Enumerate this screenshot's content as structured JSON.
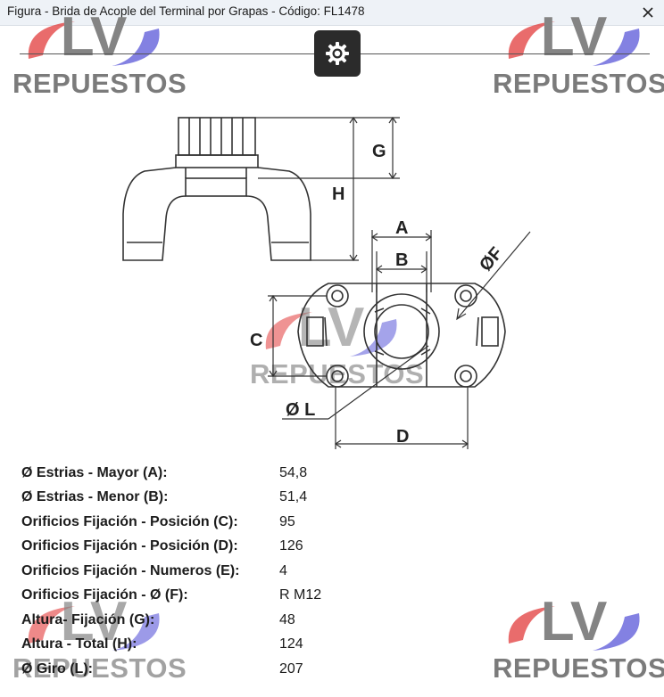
{
  "window": {
    "title": "Figura  -  Brida de Acople del Terminal por Grapas  -  Código: FL1478",
    "close_icon": "close-icon"
  },
  "toolbar": {
    "settings_icon": "gear-icon"
  },
  "watermark": {
    "lv": "LV",
    "word": "REPUESTOS",
    "colors": {
      "red": "#e23b3b",
      "blue": "#5a57d8",
      "gray": "#7b7b7b"
    }
  },
  "diagram": {
    "labels": {
      "g": "G",
      "h": "H",
      "a": "A",
      "b": "B",
      "f": "ØF",
      "c": "C",
      "l": "Ø L",
      "d": "D"
    }
  },
  "specs": [
    {
      "label": "Ø Estrias - Mayor (A):",
      "value": "54,8"
    },
    {
      "label": "Ø Estrias - Menor (B):",
      "value": "51,4"
    },
    {
      "label": "Orificios Fijación - Posición (C):",
      "value": "95"
    },
    {
      "label": "Orificios Fijación - Posición (D):",
      "value": "126"
    },
    {
      "label": "Orificios Fijación - Numeros (E):",
      "value": "4"
    },
    {
      "label": "Orificios Fijación - Ø (F):",
      "value": "R M12"
    },
    {
      "label": "Altura- Fijación (G):",
      "value": "48"
    },
    {
      "label": "Altura - Total (H):",
      "value": "124"
    },
    {
      "label": "Ø Giro (L):",
      "value": "207"
    }
  ]
}
